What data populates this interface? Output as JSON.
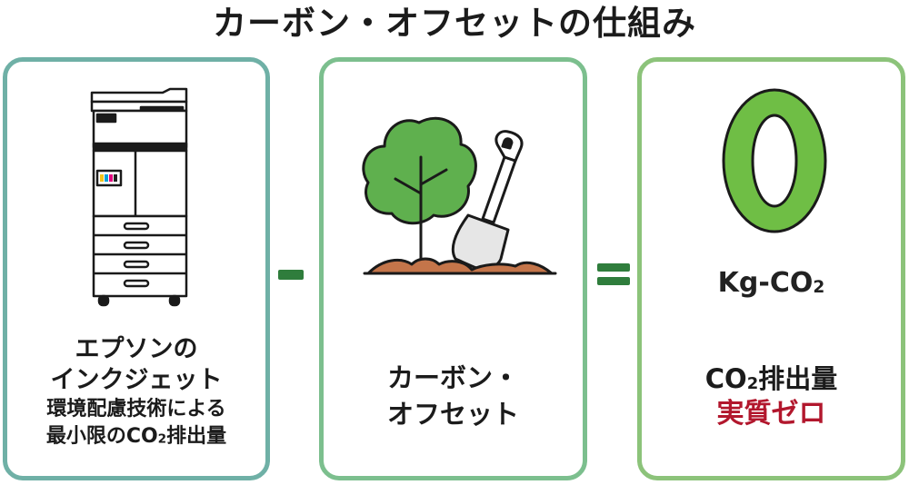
{
  "title": "カーボン・オフセットの仕組み",
  "panels": {
    "left": {
      "line1": "エプソンの",
      "line2": "インクジェット",
      "line3": "環境配慮技術による",
      "line4_pre": "最小限のCO",
      "line4_sub": "2",
      "line4_post": "排出量"
    },
    "middle": {
      "line1": "カーボン・",
      "line2": "オフセット"
    },
    "right": {
      "zero_value": "0",
      "unit_pre": "Kg-CO",
      "unit_sub": "2",
      "emission_pre": "CO",
      "emission_sub": "2",
      "emission_post": "排出量",
      "result": "実質ゼロ"
    }
  },
  "operators": {
    "minus": "minus",
    "equals": "equals"
  },
  "colors": {
    "green_dark": "#2f7d3c",
    "tree_green": "#5fb04e",
    "soil_brown": "#c4754a",
    "zero_green": "#6fbe45",
    "accent_red": "#b2172d"
  }
}
